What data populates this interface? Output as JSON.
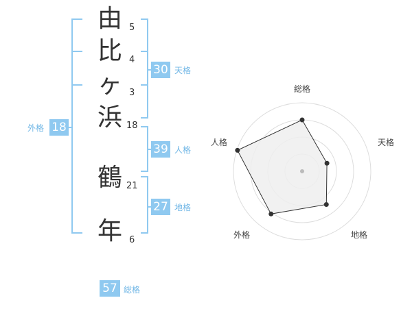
{
  "name": {
    "chars": [
      {
        "char": "由",
        "strokes": "5"
      },
      {
        "char": "比",
        "strokes": "4"
      },
      {
        "char": "ヶ",
        "strokes": "3"
      },
      {
        "char": "浜",
        "strokes": "18"
      },
      {
        "char": "鶴",
        "strokes": "21"
      },
      {
        "char": "年",
        "strokes": "6"
      }
    ]
  },
  "kakusu": {
    "tenkaku": {
      "value": "30",
      "label": "天格"
    },
    "jinkaku": {
      "value": "39",
      "label": "人格"
    },
    "chikaku": {
      "value": "27",
      "label": "地格"
    },
    "gaikaku": {
      "value": "18",
      "label": "外格"
    },
    "soukaku": {
      "value": "57",
      "label": "総格"
    }
  },
  "radar": {
    "axes": [
      "総格",
      "天格",
      "地格",
      "外格",
      "人格"
    ],
    "levels": 4,
    "values": [
      0.75,
      0.38,
      0.6,
      0.77,
      0.99
    ],
    "colors": {
      "grid": "#dddddd",
      "fill": "#eeeeee",
      "stroke": "#333333",
      "point": "#333333",
      "center": "#bbbbbb"
    }
  },
  "colors": {
    "bracket": "#8fc9f0",
    "badge": "#8fc9f0",
    "label": "#71b7e6"
  }
}
